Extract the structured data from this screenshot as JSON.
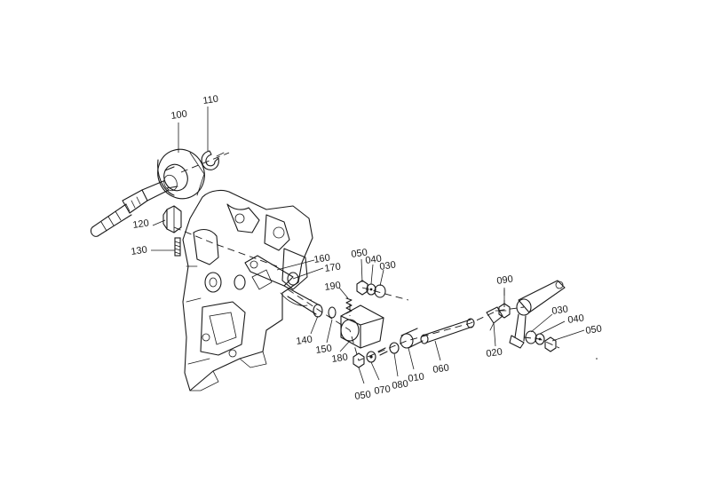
{
  "diagram": {
    "labels": [
      {
        "id": "p100",
        "text": "100"
      },
      {
        "id": "p110",
        "text": "110"
      },
      {
        "id": "p120",
        "text": "120"
      },
      {
        "id": "p130",
        "text": "130"
      },
      {
        "id": "p160",
        "text": "160"
      },
      {
        "id": "p170",
        "text": "170"
      },
      {
        "id": "p190",
        "text": "190"
      },
      {
        "id": "p140",
        "text": "140"
      },
      {
        "id": "p150",
        "text": "150"
      },
      {
        "id": "p180",
        "text": "180"
      },
      {
        "id": "p050a",
        "text": "050"
      },
      {
        "id": "p040a",
        "text": "040"
      },
      {
        "id": "p030a",
        "text": "030"
      },
      {
        "id": "p050b",
        "text": "050"
      },
      {
        "id": "p070",
        "text": "070"
      },
      {
        "id": "p080",
        "text": "080"
      },
      {
        "id": "p010",
        "text": "010"
      },
      {
        "id": "p060",
        "text": "060"
      },
      {
        "id": "p090",
        "text": "090"
      },
      {
        "id": "p020",
        "text": "020"
      },
      {
        "id": "p030b",
        "text": "030"
      },
      {
        "id": "p040b",
        "text": "040"
      },
      {
        "id": "p050c",
        "text": "050"
      }
    ]
  }
}
